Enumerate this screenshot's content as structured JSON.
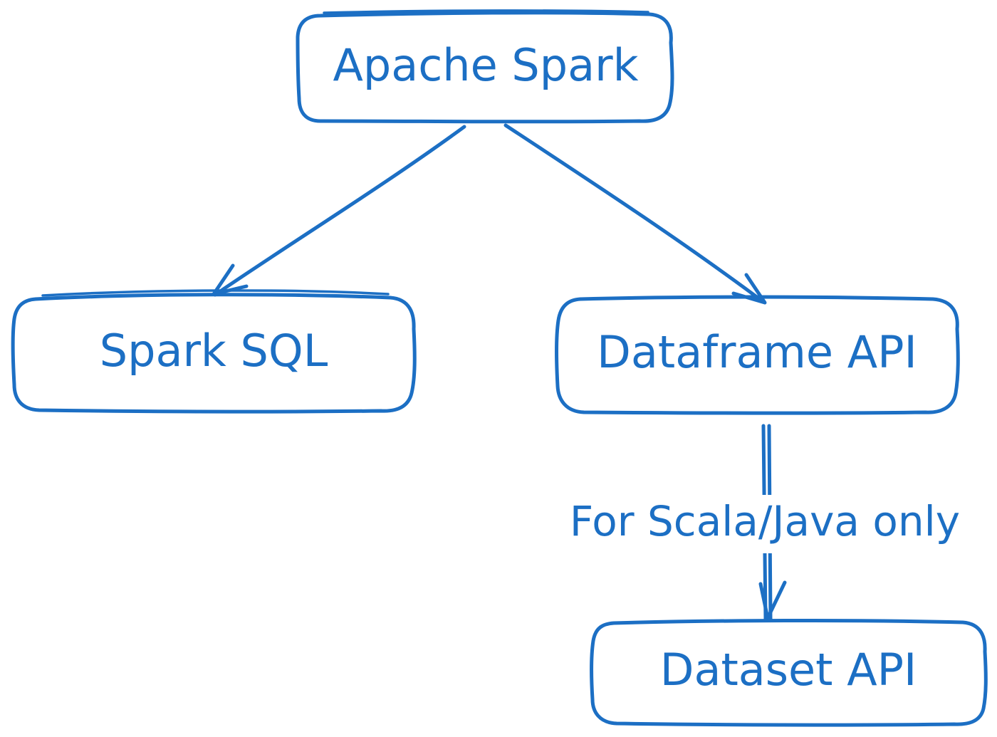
{
  "nodes": {
    "apache_spark": {
      "label": "Apache Spark"
    },
    "spark_sql": {
      "label": "Spark SQL"
    },
    "dataframe_api": {
      "label": "Dataframe API"
    },
    "dataset_api": {
      "label": "Dataset API"
    }
  },
  "edges": {
    "dataframe_to_dataset": {
      "label": "For Scala/Java only"
    }
  },
  "colors": {
    "stroke": "#1c6fc4",
    "text": "#1c6fc4",
    "background": "#ffffff"
  }
}
